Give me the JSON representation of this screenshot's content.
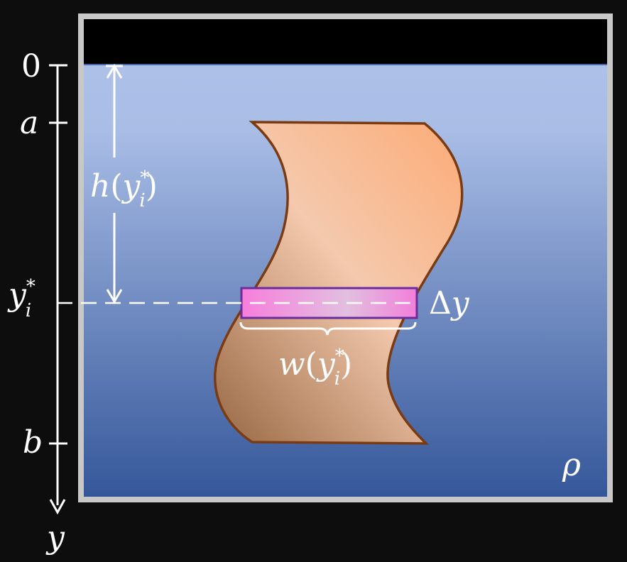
{
  "colors": {
    "background": "#0d0d0d",
    "frame": "#c8c8c8",
    "fluid_top": "#adc0e8",
    "fluid_bottom": "#35579a",
    "plate_stroke": "#7a3a12",
    "strip_fill": "#f27fd9",
    "strip_stroke": "#6a2d9a"
  },
  "axis": {
    "tick_0": "0",
    "tick_a": "a",
    "tick_b": "b",
    "tick_y_star": {
      "base": "y",
      "sub": "i",
      "sup": "*"
    },
    "axis_label": "y"
  },
  "depth_label": {
    "func": "h",
    "open": "(",
    "base": "y",
    "sub": "i",
    "sup": "*",
    "close": ")"
  },
  "width_label": {
    "func": "w",
    "open": "(",
    "base": "y",
    "sub": "i",
    "sup": "*",
    "close": ")"
  },
  "strip_label": {
    "delta": "Δ",
    "var": "y"
  },
  "density_label": "ρ"
}
